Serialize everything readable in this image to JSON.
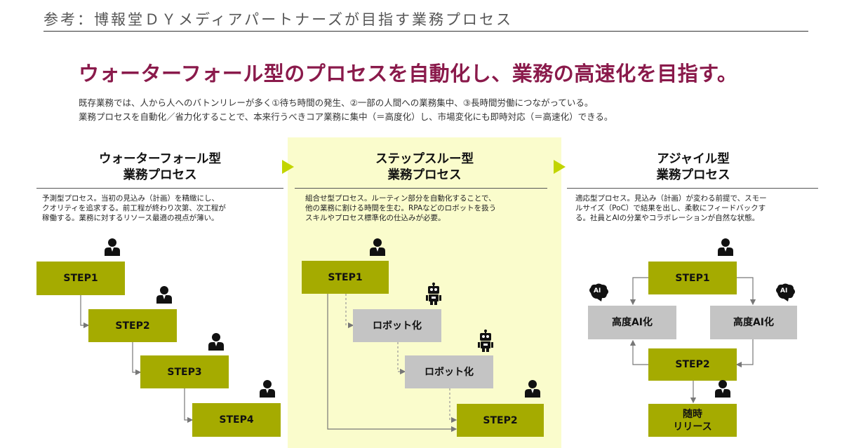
{
  "header": {
    "title": "参考：博報堂ＤＹメディアパートナーズが目指す業務プロセス"
  },
  "headline": "ウォーターフォール型のプロセスを自動化し、業務の高速化を目指す。",
  "intro": [
    "既存業務では、人から人へのバトンリレーが多く①待ち時間の発生、②一部の人間への業務集中、③長時間労働につながっている。",
    "業務プロセスを自動化／省力化することで、本来行うべきコア業務に集中（＝高度化）し、市場変化にも即時対応（＝高速化）できる。"
  ],
  "columns": [
    {
      "title_line1": "ウォーターフォール型",
      "title_line2": "業務プロセス",
      "desc": [
        "予測型プロセス。当初の見込み（計画）を精緻にし、",
        "クオリティを追求する。前工程が終わり次第、次工程が",
        "稼働する。業務に対するリソース最適の視点が薄い。"
      ],
      "steps": [
        "STEP1",
        "STEP2",
        "STEP3",
        "STEP4"
      ]
    },
    {
      "title_line1": "ステップスルー型",
      "title_line2": "業務プロセス",
      "desc": [
        "組合せ型プロセス。ルーティン部分を自動化することで、",
        "他の業務に割ける時間を生む。RPAなどのロボットを扱う",
        "スキルやプロセス標準化の仕込みが必要。"
      ],
      "step1": "STEP1",
      "robot1": "ロボット化",
      "robot2": "ロボット化",
      "step2": "STEP2"
    },
    {
      "title_line1": "アジャイル型",
      "title_line2": "業務プロセス",
      "desc": [
        "適応型プロセス。見込み（計画）が変わる前提で、スモー",
        "ルサイズ（PoC）で結果を出し、柔軟にフィードバックす",
        "る。社員とAIの分業やコラボレーションが自然な状態。"
      ],
      "step1": "STEP1",
      "ai_left": "高度AI化",
      "ai_right": "高度AI化",
      "step2": "STEP2",
      "release_line1": "随時",
      "release_line2": "リリース",
      "ai_badge": "AI"
    }
  ],
  "colors": {
    "accent": "#8a1a4b",
    "olive": "#a5ab00",
    "grey_box": "#c4c4c4",
    "highlight_bg": "#fafccc",
    "arrow": "#c2d500"
  }
}
